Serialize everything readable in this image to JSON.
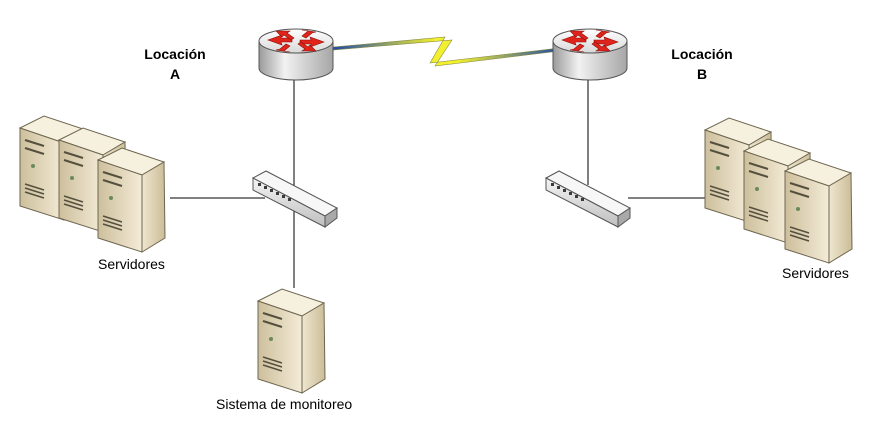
{
  "location_a": {
    "line1": "Locación",
    "line2": "A"
  },
  "location_b": {
    "line1": "Locación",
    "line2": "B"
  },
  "servers_a_label": "Servidores",
  "servers_b_label": "Servidores",
  "monitoring_label": "Sistema de monitoreo",
  "icons": {
    "router": "router-icon",
    "switch": "switch-icon",
    "server": "server-tower-icon",
    "wan_link": "lightning-link-icon"
  },
  "colors": {
    "router_arrow": "#e0241b",
    "wan_link": "#e6e22a",
    "server_body": "#e6dcc3",
    "line": "#000000"
  }
}
